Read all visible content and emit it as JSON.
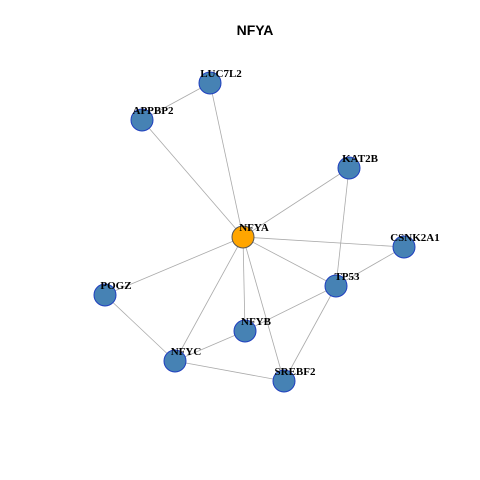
{
  "title": "NFYA",
  "colors": {
    "hub_fill": "#FFA500",
    "node_fill": "#4682B4",
    "node_stroke": "#1F3FBF",
    "edge": "#AAAAAA"
  },
  "nodes": [
    {
      "id": "LUC7L2",
      "label": "LUC7L2"
    },
    {
      "id": "APPBP2",
      "label": "APPBP2"
    },
    {
      "id": "KAT2B",
      "label": "KAT2B"
    },
    {
      "id": "NFYA",
      "label": "NFYA",
      "hub": true
    },
    {
      "id": "CSNK2A1",
      "label": "CSNK2A1"
    },
    {
      "id": "TP53",
      "label": "TP53"
    },
    {
      "id": "POGZ",
      "label": "POGZ"
    },
    {
      "id": "NFYB",
      "label": "NFYB"
    },
    {
      "id": "NFYC",
      "label": "NFYC"
    },
    {
      "id": "SREBF2",
      "label": "SREBF2"
    }
  ],
  "edges": [
    [
      "LUC7L2",
      "APPBP2"
    ],
    [
      "LUC7L2",
      "NFYA"
    ],
    [
      "APPBP2",
      "NFYA"
    ],
    [
      "KAT2B",
      "NFYA"
    ],
    [
      "KAT2B",
      "TP53"
    ],
    [
      "NFYA",
      "CSNK2A1"
    ],
    [
      "NFYA",
      "TP53"
    ],
    [
      "NFYA",
      "POGZ"
    ],
    [
      "NFYA",
      "NFYB"
    ],
    [
      "NFYA",
      "NFYC"
    ],
    [
      "NFYA",
      "SREBF2"
    ],
    [
      "CSNK2A1",
      "TP53"
    ],
    [
      "TP53",
      "NFYB"
    ],
    [
      "TP53",
      "SREBF2"
    ],
    [
      "POGZ",
      "NFYC"
    ],
    [
      "NFYB",
      "NFYC"
    ],
    [
      "NFYC",
      "SREBF2"
    ]
  ]
}
